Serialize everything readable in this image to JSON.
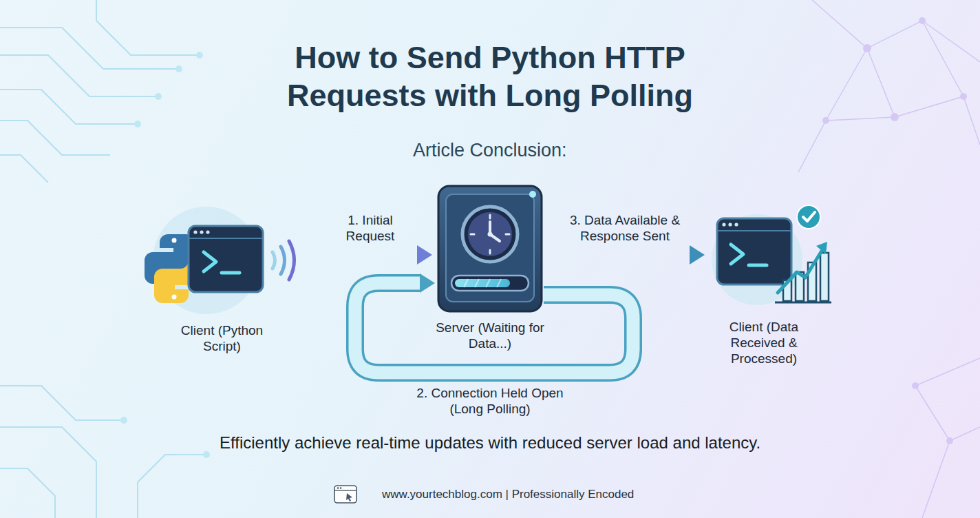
{
  "diagram": {
    "title": "How to Send Python HTTP Requests with Long Polling",
    "caption": "Efficiently achieve real-time updates with reduced server load and latency.",
    "nodes": [
      {
        "text": [
          "Client (Python Script)"
        ]
      },
      {
        "text": [
          "Server (Waiting for Data...)"
        ]
      },
      {
        "text": [
          "Client (Data Received & Processed)"
        ]
      }
    ],
    "edges": [
      {
        "from": 0,
        "to": 1,
        "label": "1. Initial Request",
        "arrow": "to"
      },
      {
        "from": 1,
        "to": 1,
        "label": "2. Connection Held Open (Long Polling)",
        "arrow": "to"
      },
      {
        "from": 1,
        "to": 2,
        "label": "3. Data Available & Response Sent",
        "arrow": "to"
      }
    ],
    "labels": [
      "Article Conclusion:",
      "www.yourtechblog.com | Professionally Encoded"
    ]
  }
}
